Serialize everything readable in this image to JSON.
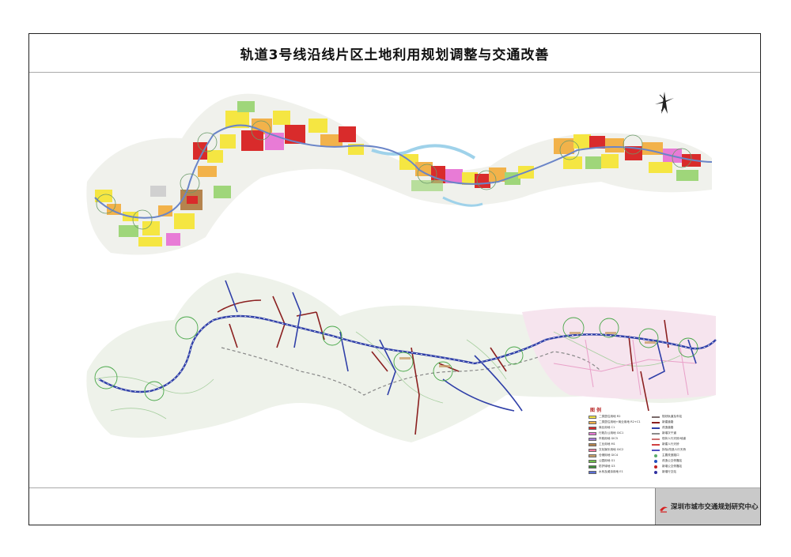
{
  "title": "轨道3号线沿线片区土地利用规划调整与交通改善",
  "footer": {
    "org": "深圳市城市交通规划研究中心"
  },
  "legend": {
    "title": "图 例",
    "left_items": [
      {
        "label": "二类居住用地  R2",
        "color": "#f5e642"
      },
      {
        "label": "二类居住用地+商业用地  R2+C1",
        "color": "#f2b24a"
      },
      {
        "label": "商业用地  C1",
        "color": "#d92b2b"
      },
      {
        "label": "行政办公用地  GIC1",
        "color": "#e87bd6"
      },
      {
        "label": "市政用地  GIC5",
        "color": "#a77bd6"
      },
      {
        "label": "工业用地  M1",
        "color": "#b5844e"
      },
      {
        "label": "文化娱乐用地  GIC2",
        "color": "#f07aa0"
      },
      {
        "label": "仓储用地  GIC4",
        "color": "#c9a06b"
      },
      {
        "label": "公园用地  G1",
        "color": "#6fbf4a"
      },
      {
        "label": "防护绿地  G3",
        "color": "#3f8f3a"
      },
      {
        "label": "水系及滩涂用地  E1",
        "color": "#5a6fd6"
      }
    ],
    "right_items": [
      {
        "label": "规划轨道及车站",
        "kind": "line",
        "color": "#7a6a6a"
      },
      {
        "label": "新建道路",
        "kind": "line",
        "color": "#8b2020"
      },
      {
        "label": "改造道路",
        "kind": "line",
        "color": "#2f3fa8"
      },
      {
        "label": "新增次干道",
        "kind": "line",
        "color": "#8a8a8a"
      },
      {
        "label": "现状人行天桥/地道",
        "kind": "line",
        "color": "#cc7070"
      },
      {
        "label": "新建人行天桥",
        "kind": "line",
        "color": "#d04040"
      },
      {
        "label": "拆除/改造人行天桥",
        "kind": "line",
        "color": "#5050c0"
      },
      {
        "label": "主要改造路口",
        "kind": "dot",
        "color": "#5aaa6a"
      },
      {
        "label": "改造公交停靠站",
        "kind": "dot",
        "color": "#2050c0"
      },
      {
        "label": "新增公交停靠站",
        "kind": "dot",
        "color": "#c02020"
      },
      {
        "label": "新增行交站",
        "kind": "dot",
        "color": "#3030a0"
      }
    ]
  },
  "colors": {
    "residential": "#f5e642",
    "mixed": "#f2b24a",
    "commercial": "#d92b2b",
    "office": "#e87bd6",
    "industrial": "#b5844e",
    "green": "#9fd67a",
    "water": "#9fd2ea",
    "metro_line": "#6a85c8",
    "road_new": "#8b2020",
    "road_rebuild": "#2f3fa8",
    "road_green": "#4aa84a"
  },
  "icons": {
    "north_arrow": "north-arrow-icon",
    "logo": "logo-icon"
  }
}
